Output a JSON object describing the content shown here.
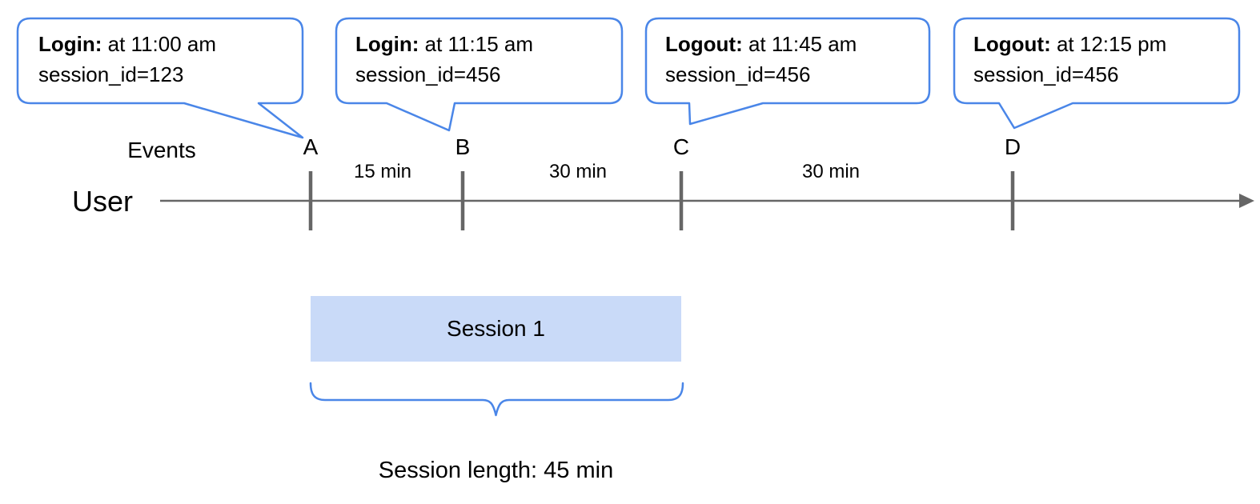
{
  "events": [
    {
      "marker": "A",
      "label": "Login:",
      "time": " at 11:00 am",
      "session": "session_id=123"
    },
    {
      "marker": "B",
      "label": "Login:",
      "time": " at 11:15 am",
      "session": "session_id=456"
    },
    {
      "marker": "C",
      "label": "Logout:",
      "time": " at 11:45 am",
      "session": "session_id=456"
    },
    {
      "marker": "D",
      "label": "Logout:",
      "time": " at 12:15 pm",
      "session": "session_id=456"
    }
  ],
  "timeline": {
    "events_label": "Events",
    "axis_label": "User",
    "intervals": [
      "15 min",
      "30 min",
      "30 min"
    ]
  },
  "session": {
    "box_label": "Session 1",
    "length_label": "Session length: 45 min"
  },
  "colors": {
    "accent_blue": "#4a86e8",
    "session_fill": "#c9daf8",
    "line_gray": "#666666"
  }
}
